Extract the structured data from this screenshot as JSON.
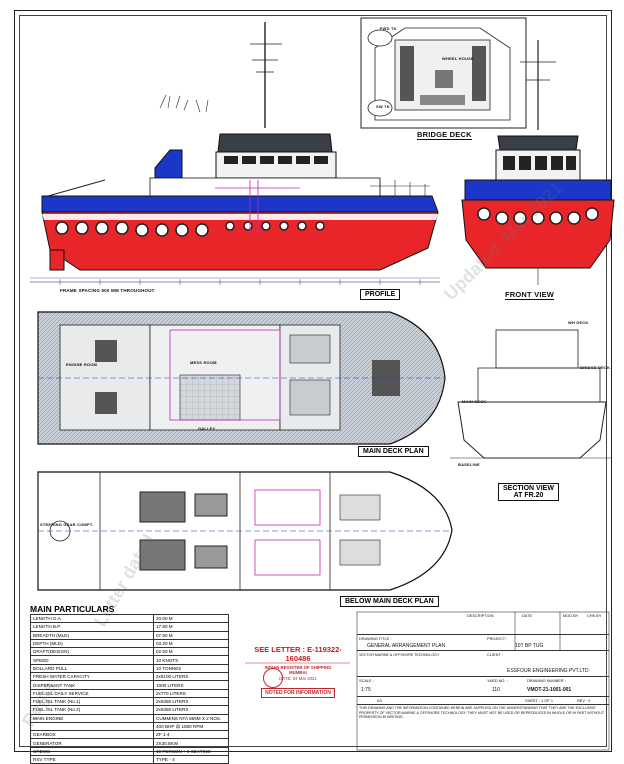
{
  "watermarks": [
    "Regis",
    "Letter dated",
    "Updated, Mar 2021"
  ],
  "labels": {
    "bridge_deck": "BRIDGE DECK",
    "profile": "PROFILE",
    "front_view": "FRONT VIEW",
    "main_deck_plan": "MAIN DECK PLAN",
    "section_view": "SECTION VIEW",
    "section_view_frame": "AT FR.20",
    "below_main_deck_plan": "BELOW MAIN DECK PLAN",
    "frame_spacing": "FRAME SPACING 500 MM THROUGHOUT",
    "wheel_house": "WHEEL HOUSE",
    "wh_deck": "WH DECK",
    "bridge_deck_small": "BRIDGE DECK",
    "main_deck": "MAIN DECK",
    "baseline": "BASELINE",
    "fwd_tk": "FWD TK",
    "sw_tk": "SW TK",
    "engine_room": "ENGINE ROOM",
    "mess_room": "MESS ROOM",
    "galley": "GALLEY",
    "steering_gear": "STEERING GEAR COMPT."
  },
  "main_particulars": {
    "title": "MAIN PARTICULARS",
    "rows": [
      [
        "LENGTH O.A.",
        "20.00 M"
      ],
      [
        "LENGTH B.P.",
        "17.80 M"
      ],
      [
        "BREADTH (MLD)",
        "07.50 M"
      ],
      [
        "DEPTH (MLD)",
        "03.20 M"
      ],
      [
        "DRAFT(DESIGN)",
        "02.50 M"
      ],
      [
        "SPEED",
        "10 KNOTS"
      ],
      [
        "BOLLARD PULL",
        "10 TONNES"
      ],
      [
        "FRESH WATER CAPACITY",
        "2x8100 LITERS"
      ],
      [
        "DISPERSANT TANK",
        "1000 LITERS"
      ],
      [
        "FUEL OIL DAILY SERVICE",
        "2x770 LITERS"
      ],
      [
        "FUEL OIL TANK (No.1)",
        "2x6350 LITERS"
      ],
      [
        "FUEL OIL TANK (No.2)",
        "2x6350 LITERS"
      ],
      [
        "MAIN ENGINE",
        "CUMMINS NTA 855M  X 2 NOS."
      ],
      [
        "",
        "400 BHP @ 1800 RPM"
      ],
      [
        "GEARBOX",
        "ZF 1-4"
      ],
      [
        "GENERATOR",
        "2X30.5KW"
      ],
      [
        "CREWS",
        "10 PERSON + 6 SEATING"
      ],
      [
        "RSV TYPE",
        "TYPE - 4"
      ]
    ]
  },
  "stamp": {
    "see_letter": "SEE LETTER : E-119322-160486",
    "register": "INDIAN REGISTER OF SHIPPING",
    "city": "MUMBAI",
    "date": "DATE: 04 Mar 2021",
    "noted": "NOTED FOR INFORMATION"
  },
  "title_block": {
    "description": "DESCRIPTION",
    "date_col": "DATE",
    "modby": "MOD.BY",
    "chk_by": "CHK.BY",
    "drawing_title_lbl": "DRAWING TITLE :",
    "drawing_title": "GENERAL ARRANGEMENT PLAN",
    "project_lbl": "PROJECT :",
    "project": "10T BP TUG",
    "client_lbl": "CLIENT :",
    "client": "ESSFOUR ENGINEERING PVT.LTD",
    "designer": "VECTOR MARINE & OFFSHORE TECHNOLOGY",
    "scale_lbl": "SCALE :",
    "scale": "1:75",
    "yard_no_lbl": "YARD NO. :",
    "yard_no": "110",
    "drawing_no_lbl": "DRAWING NUMBER :",
    "drawing_no": "VMOT-21-1001-001",
    "size": "A3",
    "sheet": "SHEET : 1 OF 1",
    "rev": "REV : 0",
    "notice": "THIS DRAWING AND THE INFORMATION CONTAINED HEREIN ARE SUPPLIED ON THE UNDERSTANDING THAT THEY ARE THE EXCLUSIVE PROPERTY OF VECTOR MARINE & OFFSHORE TECHNOLOGY, THEY MUST NOT BE USED OR REPRODUCED IN WHOLE OR IN PART WITHOUT PERMISSION IN WRITING."
  },
  "colors": {
    "hull_red": "#e8262a",
    "hull_blue": "#1a37c8",
    "deck_grey": "#9aa3ad",
    "stamp_red": "#c0262b"
  }
}
